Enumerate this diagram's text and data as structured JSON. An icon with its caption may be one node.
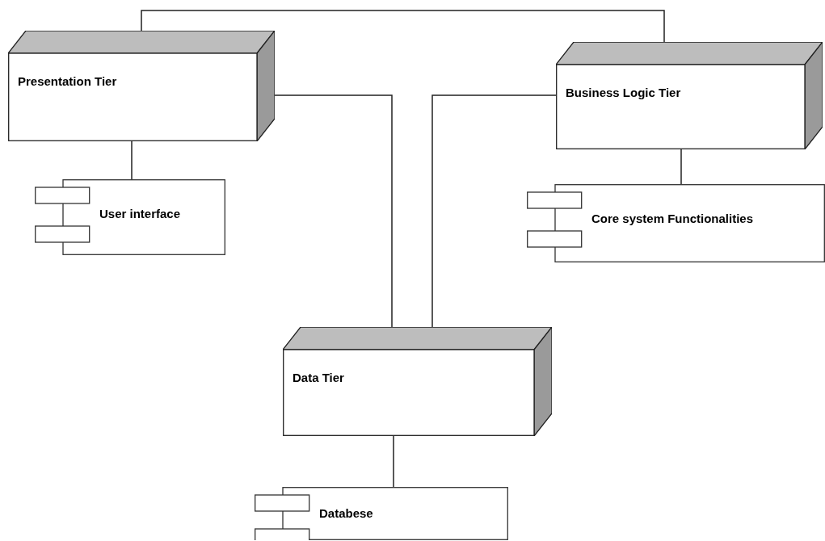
{
  "diagram": {
    "nodes": [
      {
        "text": [
          "Presentation Tier"
        ]
      },
      {
        "text": [
          "User interface"
        ]
      },
      {
        "text": [
          "Business Logic Tier"
        ]
      },
      {
        "text": [
          "Core system Functionalities"
        ]
      },
      {
        "text": [
          "Data Tier"
        ]
      },
      {
        "text": [
          "Databese"
        ]
      }
    ],
    "edges": [
      {
        "from": 0,
        "to": 2,
        "arrow": "none"
      },
      {
        "from": 0,
        "to": 4,
        "arrow": "none"
      },
      {
        "from": 0,
        "to": 1,
        "arrow": "none"
      },
      {
        "from": 2,
        "to": 4,
        "arrow": "none"
      },
      {
        "from": 2,
        "to": 3,
        "arrow": "none"
      },
      {
        "from": 4,
        "to": 5,
        "arrow": "none"
      }
    ]
  }
}
